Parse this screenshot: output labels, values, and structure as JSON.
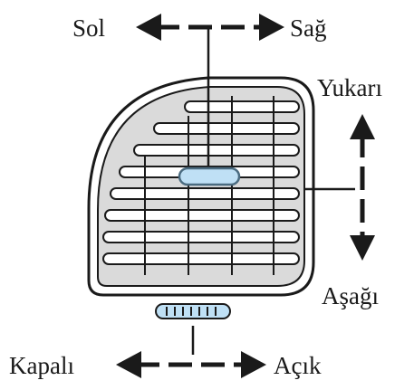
{
  "labels": {
    "left": "Sol",
    "right": "Sağ",
    "up": "Yukarı",
    "down": "Aşağı",
    "closed": "Kapalı",
    "open": "Açık"
  },
  "colors": {
    "ink": "#1a1a1a",
    "vent_face": "#dadada",
    "knob_fill": "#bfe0f5",
    "knob_stroke": "#4a6b80",
    "background": "#ffffff"
  }
}
